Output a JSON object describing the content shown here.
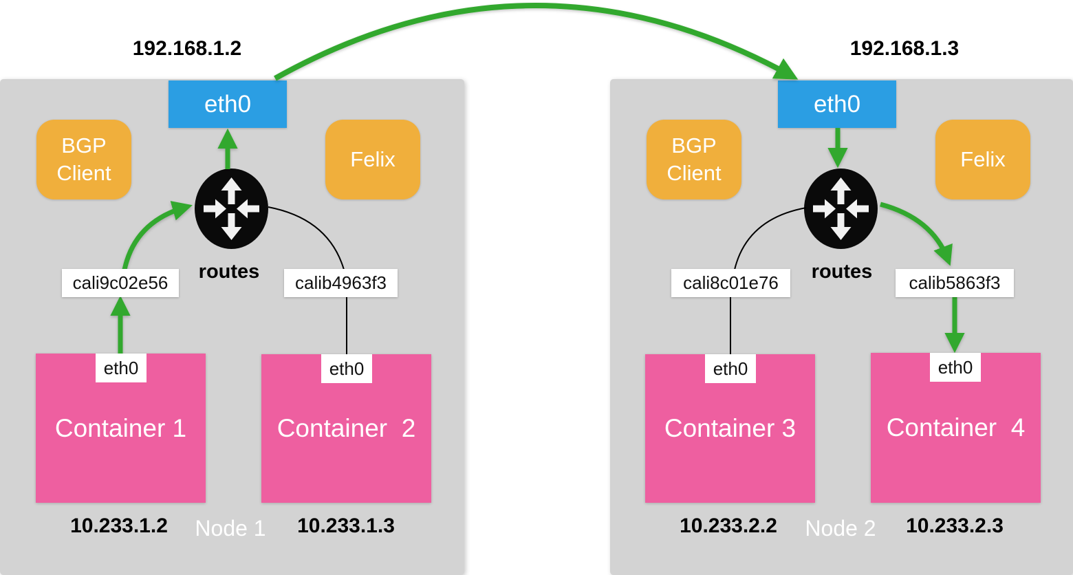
{
  "colors": {
    "flow_green": "#32a82d",
    "interface_blue": "#2b9ee3",
    "component_orange": "#f0af3c",
    "container_pink": "#ee5fa0",
    "node_gray": "#d3d3d3",
    "router_black": "#0a0a0a",
    "link_black": "#000000",
    "label_white_bg": "#ffffff"
  },
  "nodes": [
    {
      "label": "Node 1",
      "host_ip": "192.168.1.2",
      "host_interface": "eth0",
      "bgp_label": "BGP Client",
      "felix_label": "Felix",
      "routes_label": "routes",
      "veth_left": "cali9c02e56",
      "veth_right": "calib4963f3",
      "containers": [
        {
          "label": "Container 1",
          "interface": "eth0",
          "ip": "10.233.1.2"
        },
        {
          "label": "Container  2",
          "interface": "eth0",
          "ip": "10.233.1.3"
        }
      ]
    },
    {
      "label": "Node 2",
      "host_ip": "192.168.1.3",
      "host_interface": "eth0",
      "bgp_label": "BGP Client",
      "felix_label": "Felix",
      "routes_label": "routes",
      "veth_left": "cali8c01e76",
      "veth_right": "calib5863f3",
      "containers": [
        {
          "label": "Container 3",
          "interface": "eth0",
          "ip": "10.233.2.2"
        },
        {
          "label": "Container  4",
          "interface": "eth0",
          "ip": "10.233.2.3"
        }
      ]
    }
  ]
}
